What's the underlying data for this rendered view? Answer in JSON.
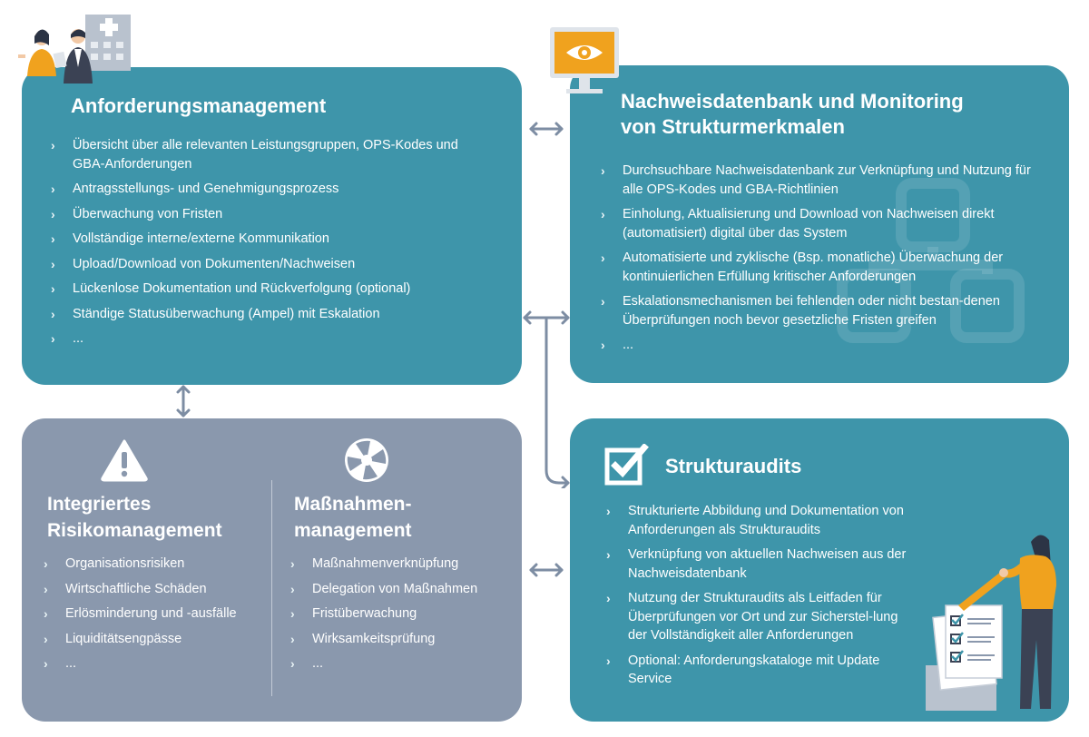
{
  "anforderung": {
    "title": "Anforderungsmanagement",
    "items": [
      "Übersicht über alle relevanten Leistungsgruppen, OPS-Kodes und GBA-Anforderungen",
      "Antragsstellungs- und Genehmigungsprozess",
      "Überwachung von Fristen",
      "Vollständige interne/externe Kommunikation",
      "Upload/Download von Dokumenten/Nachweisen",
      "Lückenlose Dokumentation und Rückverfolgung (optional)",
      "Ständige Statusüberwachung (Ampel) mit Eskalation",
      "..."
    ]
  },
  "nachweis": {
    "title_line1": "Nachweisdatenbank und Monitoring",
    "title_line2": "von Strukturmerkmalen",
    "items": [
      "Durchsuchbare Nachweisdatenbank zur Verknüpfung und Nutzung für alle OPS-Kodes und GBA-Richtlinien",
      "Einholung, Aktualisierung und Download von Nachweisen direkt (automatisiert) digital über das System",
      "Automatisierte und zyklische (Bsp. monatliche) Überwachung der kontinuierlichen Erfüllung kritischer Anforderungen",
      "Eskalationsmechanismen bei fehlenden oder nicht bestan-denen Überprüfungen noch bevor gesetzliche Fristen greifen",
      "..."
    ]
  },
  "risiko": {
    "title_line1": "Integriertes",
    "title_line2": "Risikomanagement",
    "items": [
      "Organisationsrisiken",
      "Wirtschaftliche Schäden",
      "Erlösminderung und -ausfälle",
      "Liquiditätsengpässe",
      "..."
    ]
  },
  "massnahmen": {
    "title_line1": "Maßnahmen-",
    "title_line2": "management",
    "items": [
      "Maßnahmenverknüpfung",
      "Delegation von Maßnahmen",
      "Fristüberwachung",
      "Wirksamkeitsprüfung",
      "..."
    ]
  },
  "audits": {
    "title": "Strukturaudits",
    "items": [
      "Strukturierte Abbildung und Dokumentation von Anforderungen als Strukturaudits",
      "Verknüpfung von aktuellen Nachweisen aus der Nachweisdatenbank",
      "Nutzung der Strukturaudits als Leitfaden für Überprüfungen vor Ort und zur Sicherstel-lung der Vollständigkeit aller Anforderungen",
      "Optional: Anforderungskataloge mit Update Service"
    ]
  },
  "icons": {
    "people": "people-hospital-icon",
    "monitor": "monitor-eye-icon",
    "warning": "warning-icon",
    "shutter": "shutter-icon",
    "checkbox": "checkbox-icon",
    "woman": "woman-checklist-icon"
  },
  "colors": {
    "teal": "#3e95aa",
    "slate": "#8a98ad",
    "orange": "#f0a21e",
    "arrow": "#7d8da3"
  }
}
